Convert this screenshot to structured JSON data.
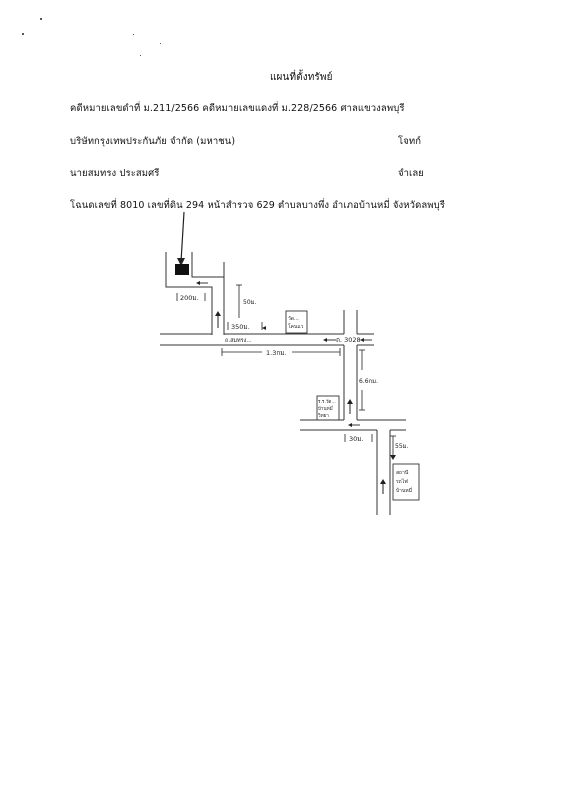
{
  "document": {
    "title": "แผนที่ตั้งทรัพย์",
    "case_line": "คดีหมายเลขดำที่ ม.211/2566 คดีหมายเลขแดงที่ ม.228/2566 ศาลแขวงลพบุรี",
    "plaintiff_name": "บริษัทกรุงเทพประกันภัย จำกัด (มหาชน)",
    "plaintiff_role": "โจทก์",
    "defendant_name": "นายสมทรง ประสมศรี",
    "defendant_role": "จำเลย",
    "deed_line": "โฉนดเลขที่ 8010 เลขที่ดิน 294 หน้าสำรวจ 629 ตำบลบางพึ่ง อำเภอบ้านหมี่ จังหวัดลพบุรี"
  },
  "map": {
    "dist_200m": "200ม.",
    "dist_50m_top": "50ม.",
    "dist_350m": "350ม.",
    "landmark_1": [
      "วัด...",
      "โคนแว"
    ],
    "road_label": "ถ.สมทรง...",
    "road_3028": "ถ. 3028",
    "dist_1_3km": "1.3กม.",
    "dist_6_6km": "6.6กม.",
    "landmark_2": [
      "ร.ร.วัด...",
      "บ้านหมี่",
      "วิทยา"
    ],
    "dist_30m": "30ม.",
    "dist_55m": "55ม.",
    "landmark_3": [
      "สถานี",
      "รถไฟ",
      "บ้านหมี่"
    ]
  }
}
